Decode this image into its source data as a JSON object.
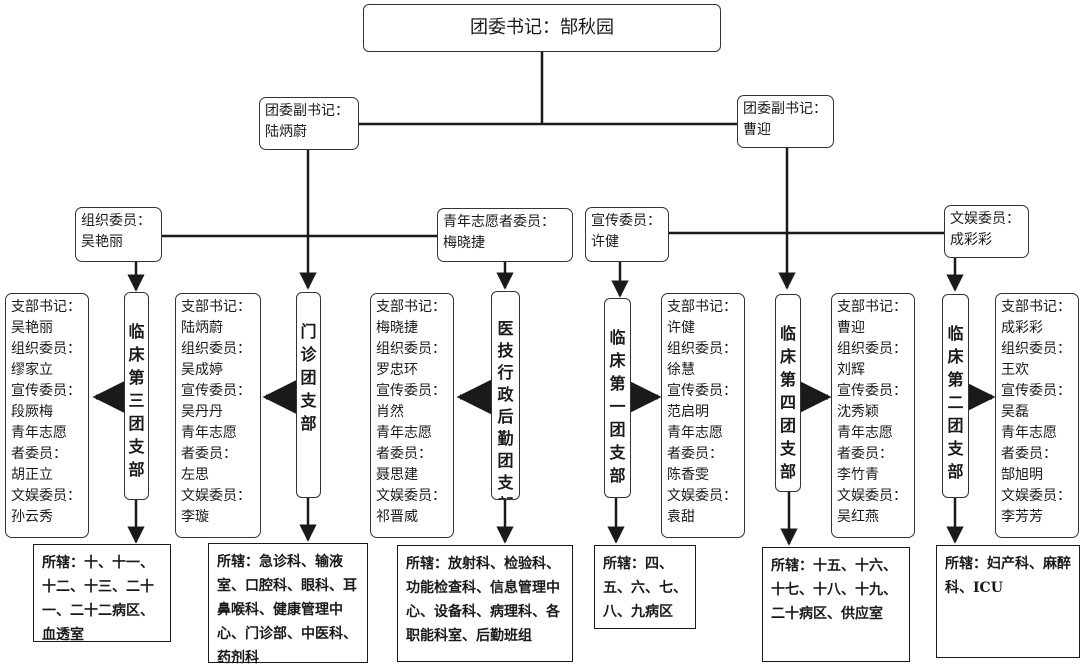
{
  "root": {
    "text": "团委书记：郜秋园"
  },
  "deputies": [
    {
      "text": "团委副书记：\n陆炳蔚"
    },
    {
      "text": "团委副书记：\n曹迎"
    }
  ],
  "committee": [
    {
      "text": "组织委员：\n吴艳丽"
    },
    {
      "text": "青年志愿者委员：\n梅晓捷"
    },
    {
      "text": "宣传委员：\n许健"
    },
    {
      "text": "文娱委员：\n成彩彩"
    }
  ],
  "branches": [
    {
      "name": "临床第三团支部",
      "members": "支部书记：\n吴艳丽\n组织委员：\n缪家立\n宣传委员：\n段厥梅\n青年志愿\n者委员：\n胡正立\n文娱委员：\n孙云秀",
      "coverage": "所辖：十、十一、十二、十三、二十一、二十二病区、血透室"
    },
    {
      "name": "门诊团支部",
      "members": "支部书记：\n陆炳蔚\n组织委员：\n吴成婷\n宣传委员：\n吴丹丹\n青年志愿\n者委员：\n左思\n文娱委员：\n李璇",
      "coverage": "所辖：急诊科、输液室、口腔科、眼科、耳鼻喉科、健康管理中心、门诊部、中医科、药剂科"
    },
    {
      "name": "医技行政后勤团支部",
      "members": "支部书记：\n梅晓捷\n组织委员：\n罗忠环\n宣传委员：\n肖然\n青年志愿\n者委员：\n聂思建\n文娱委员：\n祁晋威",
      "coverage": "所辖：放射科、检验科、功能检查科、信息管理中心、设备科、病理科、各职能科室、后勤班组"
    },
    {
      "name": "临床第一团支部",
      "members": "支部书记：\n许健\n组织委员：\n徐慧\n宣传委员：\n范启明\n青年志愿\n者委员：\n陈香雯\n文娱委员：\n袁甜",
      "coverage": "所辖：四、五、六、七、八、九病区"
    },
    {
      "name": "临床第四团支部",
      "members": "支部书记：\n曹迎\n组织委员：\n刘辉\n宣传委员：\n沈秀颖\n青年志愿\n者委员：\n李竹青\n文娱委员：\n吴红燕",
      "coverage": "所辖：十五、十六、十七、十八、十九、二十病区、供应室"
    },
    {
      "name": "临床第二团支部",
      "members": "支部书记：\n成彩彩\n组织委员：\n王欢\n宣传委员：\n吴磊\n青年志愿\n者委员：\n郜旭明\n文娱委员：\n李芳芳",
      "coverage": "所辖：妇产科、麻醉科、ICU"
    }
  ]
}
